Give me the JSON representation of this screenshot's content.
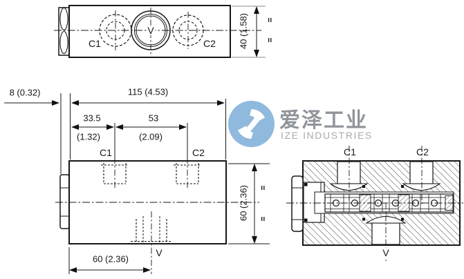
{
  "top_view": {
    "c1": "C1",
    "v": "V",
    "c2": "C2",
    "height_dim": "40 (1.58)",
    "eq": "="
  },
  "plan_dims": {
    "offset": "8 (0.32)",
    "overall": "115 (4.53)",
    "c1_mm": "33.5",
    "c1_in": "(1.32)",
    "span_mm": "53",
    "span_in": "(2.09)",
    "c1": "C1",
    "c2": "C2"
  },
  "front_view": {
    "height_dim": "60 (2.36)",
    "v_dim": "60 (2.36)",
    "v": "V",
    "eq": "="
  },
  "section_view": {
    "c1": "C1",
    "c2": "C2",
    "v": "V"
  },
  "watermark": {
    "cn": "爱泽工业",
    "en": "IZE INDUSTRIES",
    "circle_color": "#8fb9dd",
    "cn_color": "#8f949a",
    "en_color": "#a7abaf"
  }
}
